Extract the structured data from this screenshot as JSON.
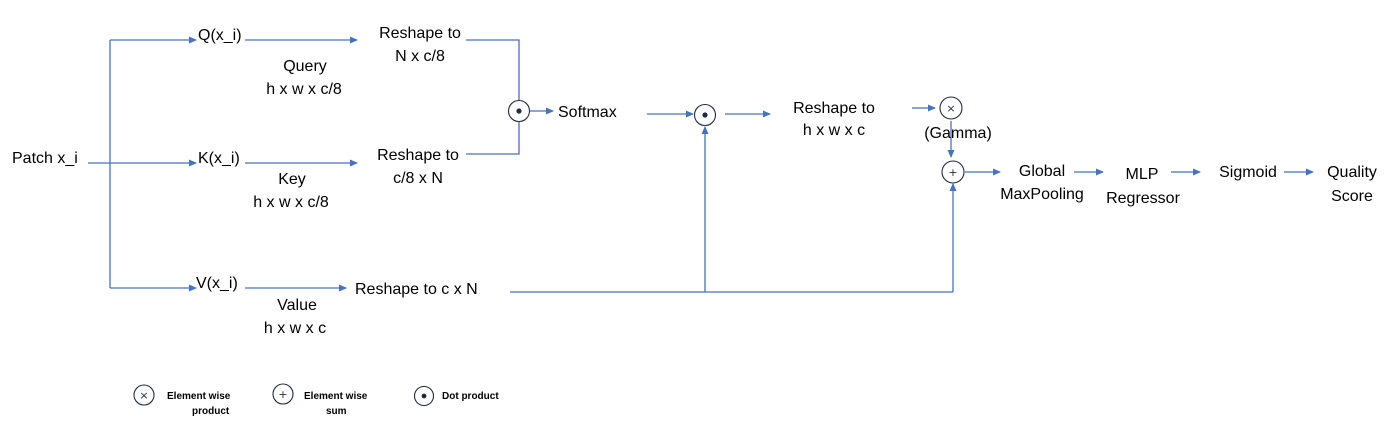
{
  "nodes": {
    "patch": "Patch x_i",
    "q": "Q(x_i)",
    "query": "Query",
    "query_dim": "h x w x c/8",
    "k": "K(x_i)",
    "key": "Key",
    "key_dim": "h x w x c/8",
    "v": "V(x_i)",
    "value": "Value",
    "value_dim": "h x w x c",
    "reshape_q_1": "Reshape to",
    "reshape_q_2": "N x c/8",
    "reshape_k_1": "Reshape to",
    "reshape_k_2": "c/8 x N",
    "reshape_v": "Reshape to c x N",
    "softmax": "Softmax",
    "reshape_out_1": "Reshape to",
    "reshape_out_2": "h x w x c",
    "gamma": "(Gamma)",
    "gmp_1": "Global",
    "gmp_2": "MaxPooling",
    "mlp_1": "MLP",
    "mlp_2": "Regressor",
    "sigmoid": "Sigmoid",
    "quality_1": "Quality",
    "quality_2": "Score"
  },
  "symbols": {
    "times": "×",
    "plus": "+"
  },
  "legend": {
    "elementwise_product_1": "Element wise",
    "elementwise_product_2": "product",
    "elementwise_sum_1": "Element wise",
    "elementwise_sum_2": "sum",
    "dot_product": "Dot product"
  },
  "colors": {
    "arrow": "#4472C4",
    "operator": "#1f2a44"
  }
}
